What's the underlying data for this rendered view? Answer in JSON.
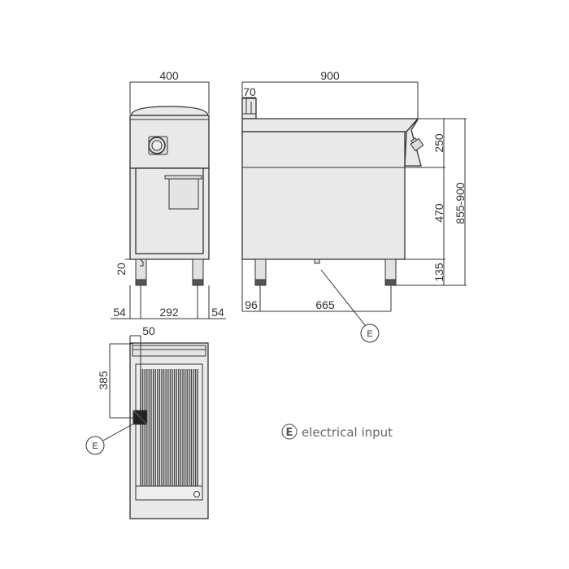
{
  "front_view": {
    "width": "400",
    "left_offset": "54",
    "leg_span": "292",
    "right_offset": "54",
    "drain_height": "20"
  },
  "side_view": {
    "depth": "900",
    "backsplash": "70",
    "leg_offset": "96",
    "leg_span": "665",
    "panel_height": "250",
    "cabinet_height": "470",
    "leg_height": "135",
    "total_height": "855-900",
    "marker": "E"
  },
  "top_view": {
    "inlet_x": "50",
    "inlet_y": "385",
    "marker": "E"
  },
  "legend": {
    "marker": "E",
    "label": "electrical input"
  }
}
